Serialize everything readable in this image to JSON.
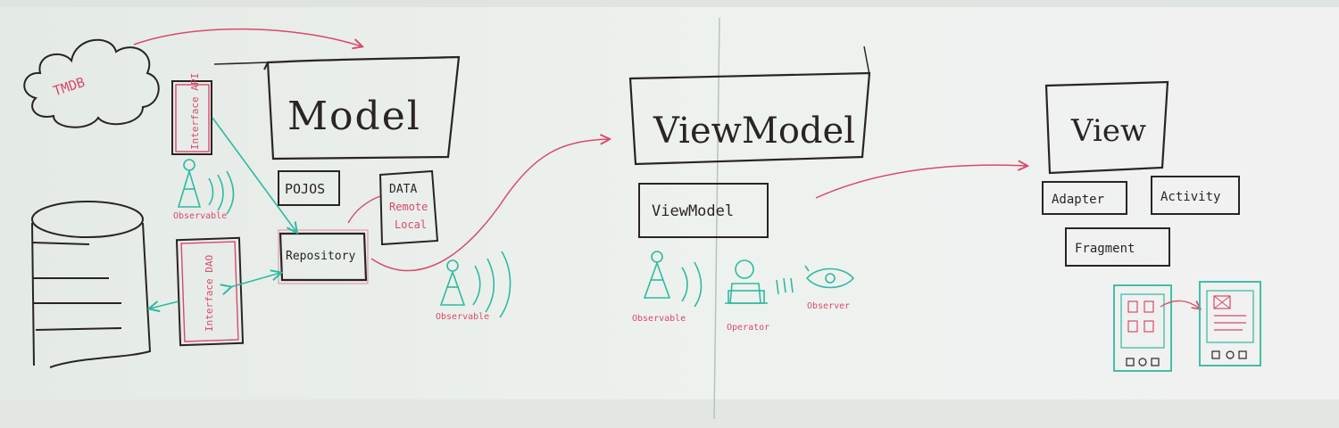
{
  "photo": {
    "colors": {
      "board": "#e9ede9",
      "black_marker": "#2a2424",
      "red_marker": "#d94a6a",
      "teal_marker": "#2fb9a2"
    },
    "model_section": {
      "cloud_label": "TMDB",
      "interface_api": "Interface API",
      "model_box": "Model",
      "pojos_box": "POJOS",
      "data_box_title": "DATA",
      "data_box_line1": "Remote",
      "data_box_line2": "Local",
      "repository_box": "Repository",
      "interface_dao": "Interface DAO",
      "observable_label": "Observable"
    },
    "middle_labels": {
      "observable": "Observable"
    },
    "viewmodel_section": {
      "viewmodel_box": "ViewModel",
      "viewmodel_small_box": "ViewModel",
      "observable_label": "Observable",
      "operator_label": "Operator",
      "observer_label": "Observer"
    },
    "view_section": {
      "view_box": "View",
      "adapter_box": "Adapter",
      "activity_box": "Activity",
      "fragment_box": "Fragment"
    },
    "icons": [
      "cloud-icon",
      "database-icon",
      "antenna-icon",
      "person-icon",
      "eye-icon",
      "phone-icon"
    ]
  }
}
